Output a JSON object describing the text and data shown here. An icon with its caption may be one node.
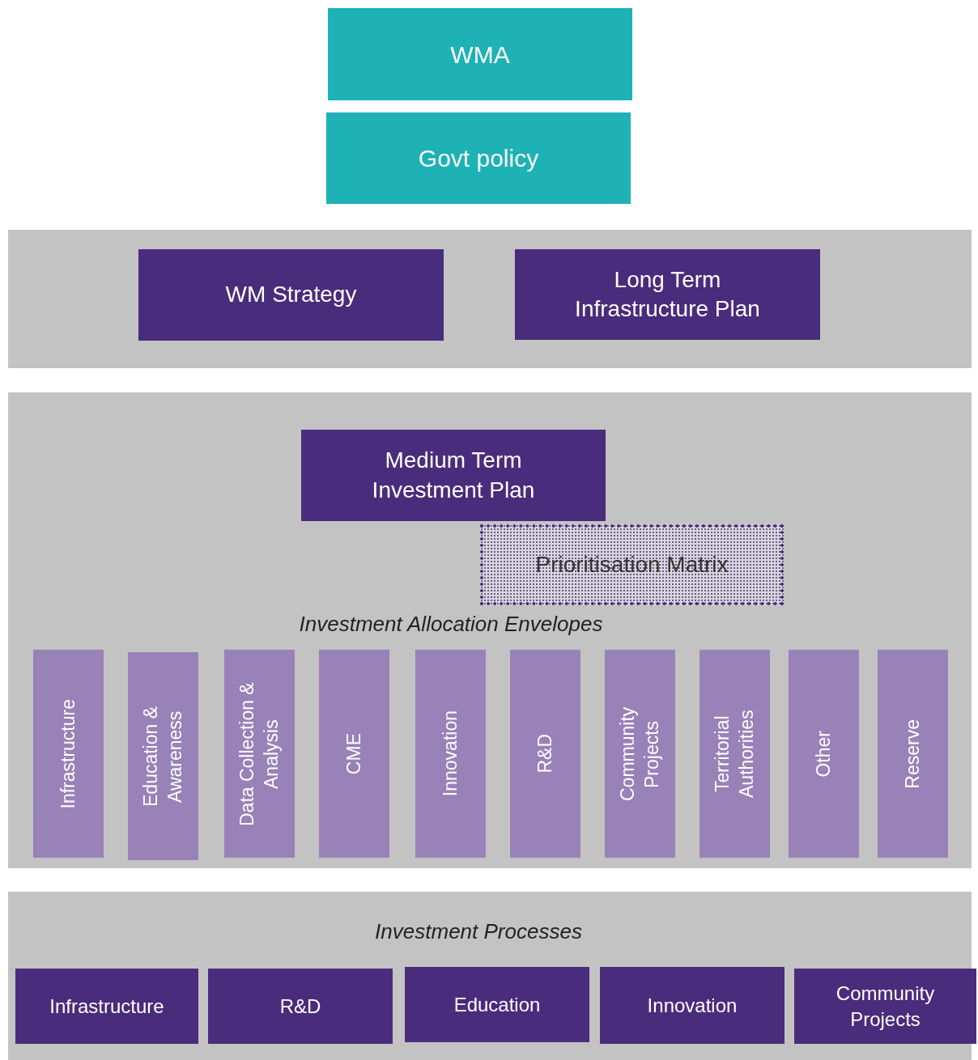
{
  "diagram": {
    "nodes": [
      {
        "text": [
          "WMA"
        ]
      },
      {
        "text": [
          "Govt policy"
        ]
      },
      {
        "text": [],
        "shape": "box"
      },
      {
        "text": [
          "WM Strategy"
        ],
        "in": 2
      },
      {
        "text": [
          "Long Term Infrastructure Plan"
        ],
        "in": 2
      },
      {
        "text": [],
        "shape": "box"
      },
      {
        "text": [
          "Medium Term Investment Plan"
        ],
        "in": 5
      },
      {
        "text": [
          "Prioritisation Matrix"
        ],
        "in": 5
      },
      {
        "text": [
          "Infrastructure"
        ],
        "in": 5
      },
      {
        "text": [
          "Education & Awareness"
        ],
        "in": 5
      },
      {
        "text": [
          "Data Collection & Analysis"
        ],
        "in": 5
      },
      {
        "text": [
          "CME"
        ],
        "in": 5
      },
      {
        "text": [
          "Innovation"
        ],
        "in": 5
      },
      {
        "text": [
          "R&D"
        ],
        "in": 5
      },
      {
        "text": [
          "Community Projects"
        ],
        "in": 5
      },
      {
        "text": [
          "Territorial Authorities"
        ],
        "in": 5
      },
      {
        "text": [
          "Other"
        ],
        "in": 5
      },
      {
        "text": [
          "Reserve"
        ],
        "in": 5
      },
      {
        "text": [],
        "shape": "box"
      },
      {
        "text": [
          "Infrastructure"
        ],
        "in": 18
      },
      {
        "text": [
          "R&D"
        ],
        "in": 18
      },
      {
        "text": [
          "Education"
        ],
        "in": 18
      },
      {
        "text": [
          "Innovation"
        ],
        "in": 18
      },
      {
        "text": [
          "Community Projects"
        ],
        "in": 18
      }
    ],
    "edges": [],
    "labels": [
      "Investment Allocation Envelopes",
      "Investment Processes"
    ]
  }
}
